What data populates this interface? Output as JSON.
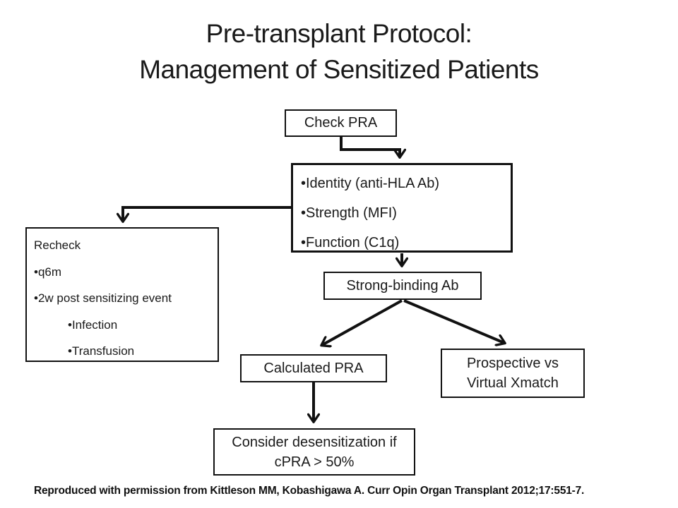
{
  "slide": {
    "title_line1": "Pre-transplant Protocol:",
    "title_line2": "Management of Sensitized Patients",
    "footer_citation": "Reproduced with permission from Kittleson MM, Kobashigawa A. Curr Opin Organ Transplant 2012;17:551-7."
  },
  "flowchart": {
    "check_pra": {
      "label": "Check PRA"
    },
    "pra_assessment": {
      "bullets": [
        "•Identity (anti-HLA Ab)",
        "•Strength (MFI)",
        "•Function (C1q)"
      ]
    },
    "recheck": {
      "title": "Recheck",
      "bullets": [
        "•q6m",
        "•2w post sensitizing event"
      ],
      "sub_bullets": [
        "•Infection",
        "•Transfusion"
      ]
    },
    "strong_binding_ab": {
      "label": "Strong-binding Ab"
    },
    "calculated_pra": {
      "label": "Calculated PRA"
    },
    "prospective_vs_virtual": {
      "line1": "Prospective vs",
      "line2": "Virtual Xmatch"
    },
    "consider_desensitization": {
      "line1": "Consider desensitization if",
      "line2": "cPRA > 50%"
    }
  },
  "colors": {
    "background": "#ffffff",
    "line": "#111111",
    "text": "#1a1a1a"
  }
}
